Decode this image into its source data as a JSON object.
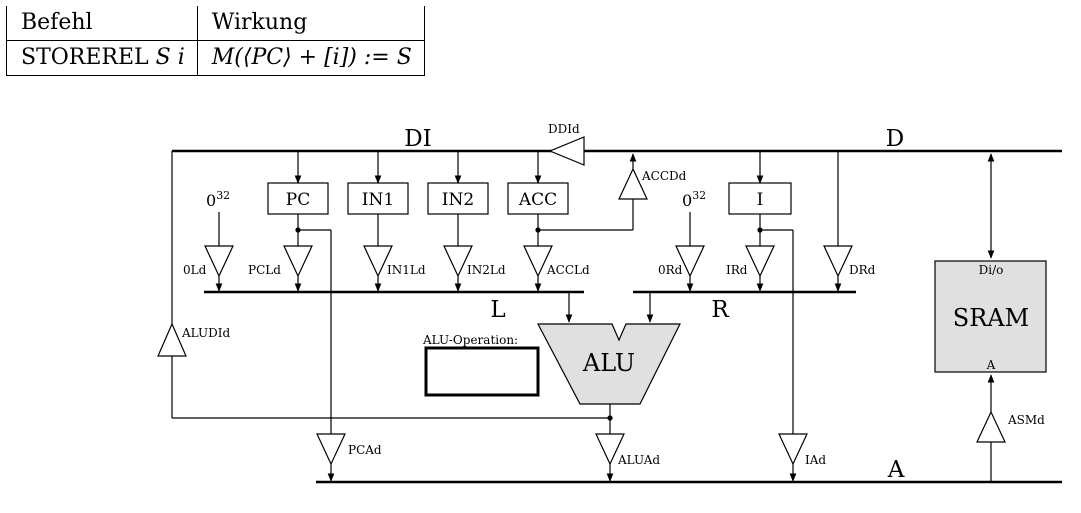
{
  "table": {
    "headers": [
      "Befehl",
      "Wirkung"
    ],
    "row": {
      "instr": "STOREREL",
      "arg_s": "S",
      "arg_i": "i",
      "effect": "M(⟨PC⟩ + [i]) := S"
    }
  },
  "buses": {
    "DI": "DI",
    "D": "D",
    "L": "L",
    "R": "R",
    "A": "A"
  },
  "registers": {
    "PC": "PC",
    "IN1": "IN1",
    "IN2": "IN2",
    "ACC": "ACC",
    "I": "I"
  },
  "constants": {
    "zero32_left": "0",
    "zero32_right": "0",
    "exp": "32"
  },
  "drivers": {
    "DDId": "DDId",
    "ACCDd": "ACCDd",
    "0Ld": "0Ld",
    "PCLd": "PCLd",
    "IN1Ld": "IN1Ld",
    "IN2Ld": "IN2Ld",
    "ACCLd": "ACCLd",
    "0Rd": "0Rd",
    "IRd": "IRd",
    "DRd": "DRd",
    "ALUDId": "ALUDId",
    "PCAd": "PCAd",
    "ALUAd": "ALUAd",
    "IAd": "IAd",
    "ASMd": "ASMd"
  },
  "alu": {
    "label": "ALU",
    "op_label": "ALU-Operation:",
    "op_value": ""
  },
  "sram": {
    "label": "SRAM",
    "port_dio": "Di/o",
    "port_a": "A"
  },
  "colors": {
    "line": "#000000",
    "unit_fill": "#e0e0e0",
    "background": "#ffffff"
  }
}
